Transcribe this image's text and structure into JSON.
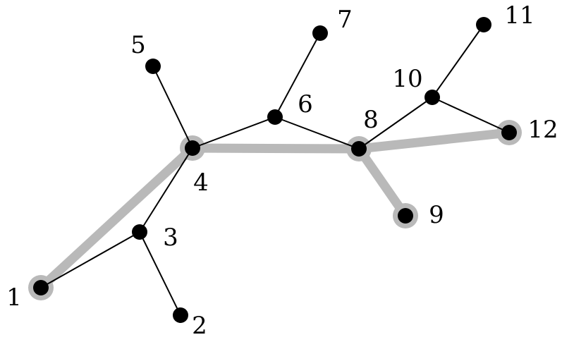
{
  "graph": {
    "nodes": [
      {
        "id": 1,
        "label": "1"
      },
      {
        "id": 2,
        "label": "2"
      },
      {
        "id": 3,
        "label": "3"
      },
      {
        "id": 4,
        "label": "4"
      },
      {
        "id": 5,
        "label": "5"
      },
      {
        "id": 6,
        "label": "6"
      },
      {
        "id": 7,
        "label": "7"
      },
      {
        "id": 8,
        "label": "8"
      },
      {
        "id": 9,
        "label": "9"
      },
      {
        "id": 10,
        "label": "10"
      },
      {
        "id": 11,
        "label": "11"
      },
      {
        "id": 12,
        "label": "12"
      }
    ],
    "edges": [
      [
        1,
        3
      ],
      [
        3,
        2
      ],
      [
        3,
        4
      ],
      [
        4,
        5
      ],
      [
        4,
        6
      ],
      [
        6,
        7
      ],
      [
        6,
        8
      ],
      [
        8,
        10
      ],
      [
        10,
        11
      ],
      [
        10,
        12
      ]
    ],
    "highlighted_nodes": [
      1,
      4,
      8,
      9,
      12
    ],
    "highlighted_edges": [
      [
        1,
        4
      ],
      [
        4,
        8
      ],
      [
        8,
        12
      ],
      [
        8,
        9
      ]
    ],
    "colors": {
      "node": "#000000",
      "edge": "#000000",
      "highlight": "#b9b9b9",
      "background": "#ffffff"
    }
  }
}
